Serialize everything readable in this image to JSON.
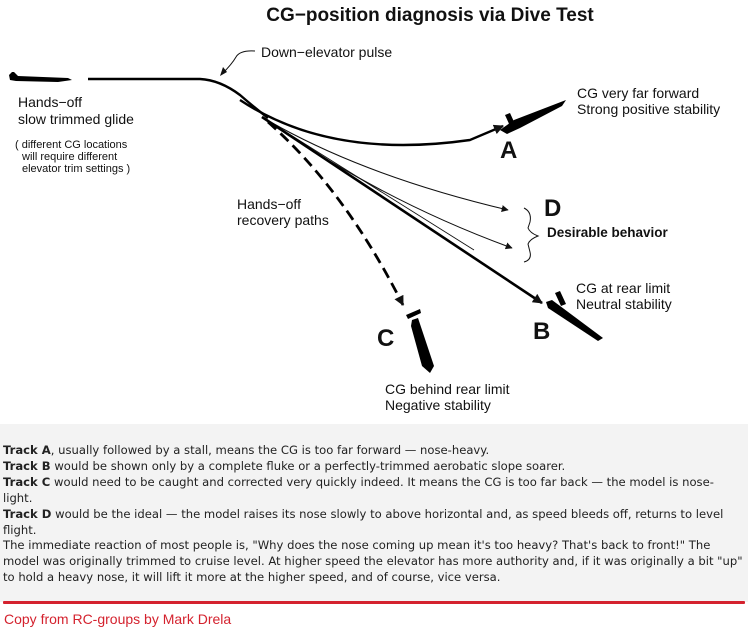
{
  "diagram": {
    "title": "CG−position diagnosis via Dive Test",
    "pulse_label": "Down−elevator pulse",
    "glide_label_1": "Hands−off",
    "glide_label_2": "slow trimmed glide",
    "note_1": "( different CG locations",
    "note_2": "will require different",
    "note_3": "elevator trim settings )",
    "recovery_1": "Hands−off",
    "recovery_2": "recovery paths",
    "track_a": {
      "letter": "A",
      "desc_1": "CG very far forward",
      "desc_2": "Strong positive stability"
    },
    "track_b": {
      "letter": "B",
      "desc_1": "CG at rear limit",
      "desc_2": "Neutral stability"
    },
    "track_c": {
      "letter": "C",
      "desc_1": "CG behind rear limit",
      "desc_2": "Negative stability"
    },
    "track_d": {
      "letter": "D",
      "desc_1": "Desirable behavior"
    }
  },
  "explanation": {
    "a_bold": "Track A",
    "a_text": ", usually followed by a stall, means the CG is too far forward — nose-heavy.",
    "b_bold": "Track B",
    "b_text": " would be shown only by a complete fluke or a perfectly-trimmed aerobatic slope soarer.",
    "c_bold": "Track C",
    "c_text": " would need to be caught and corrected very quickly indeed. It means the CG is too far back — the model is nose-light.",
    "d_bold": "Track D",
    "d_text": " would be the ideal — the model raises its nose slowly to above horizontal and, as speed bleeds off, returns to level flight.",
    "final": "The immediate reaction of most people is, \"Why does the nose coming up mean it's too heavy? That's back to front!\" The model was originally trimmed to cruise level. At higher speed the elevator has more authority and, if it was originally a bit \"up\" to hold a heavy nose, it will lift it more at the higher speed, and of course, vice versa."
  },
  "credit": "Copy from RC-groups by Mark Drela",
  "colors": {
    "accent": "#d4222e",
    "panel": "#f3f3f3"
  }
}
